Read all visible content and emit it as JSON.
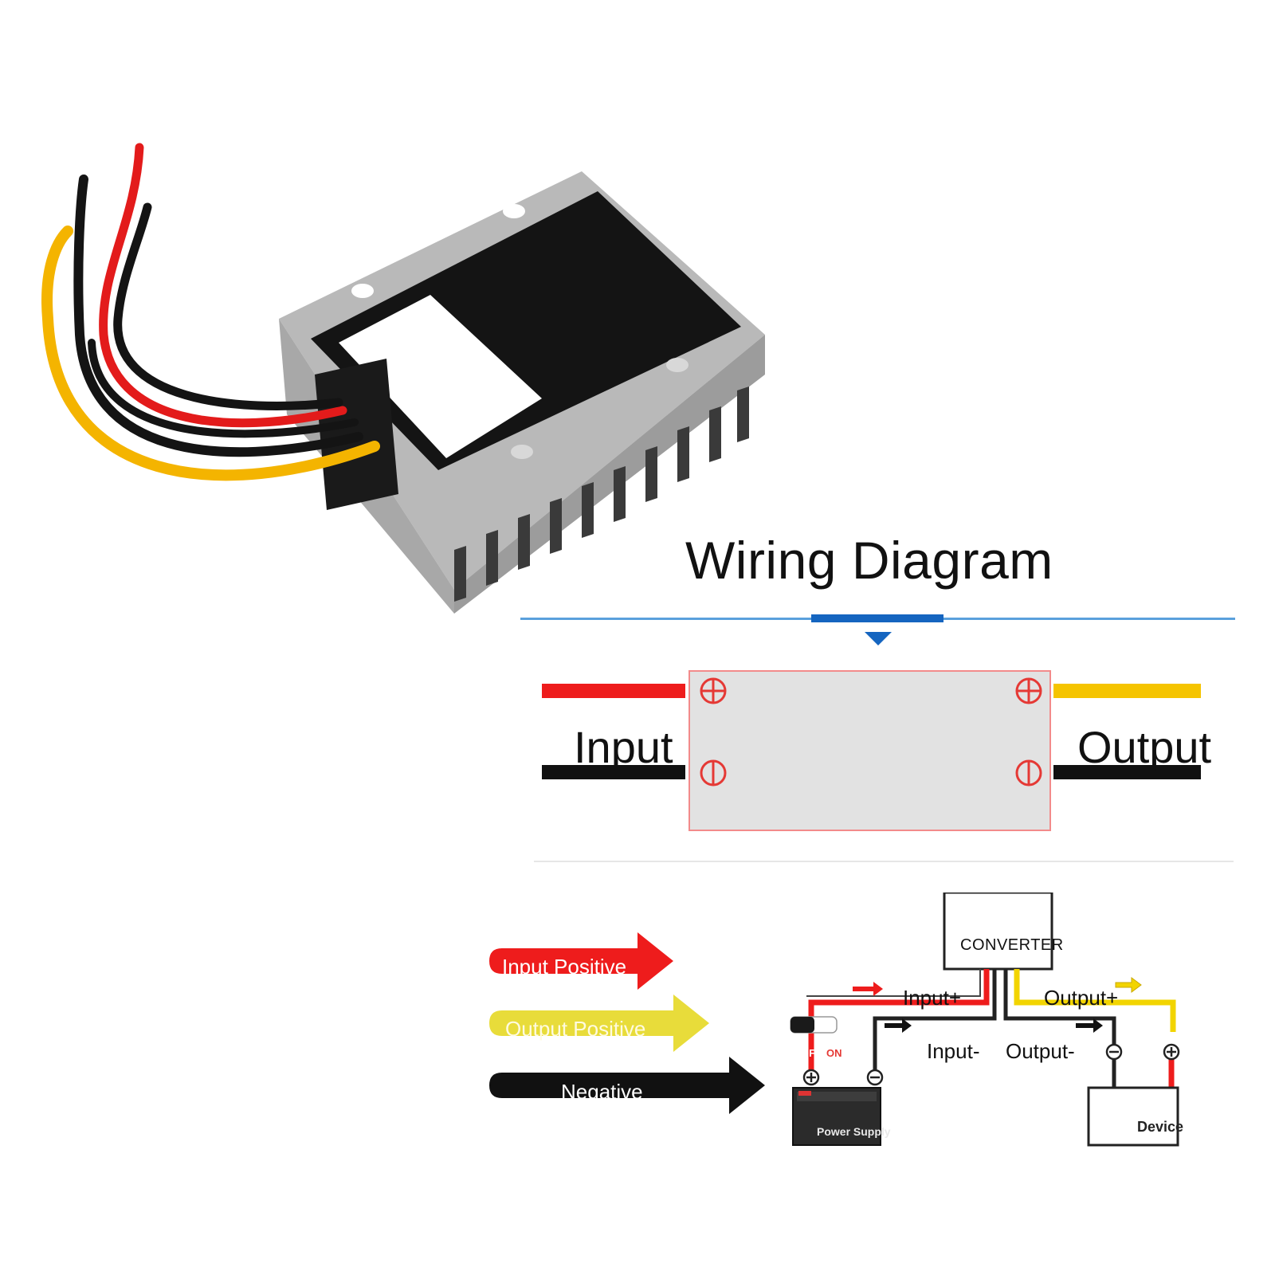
{
  "title": "Wiring Diagram",
  "block": {
    "input_label": "Input",
    "output_label": "Output",
    "terminals": [
      "positive-terminal",
      "negative-terminal",
      "positive-terminal",
      "negative-terminal"
    ]
  },
  "legend": {
    "input_positive": "Input Positive",
    "output_positive": "Output Positive",
    "negative": "Negative"
  },
  "circuit": {
    "converter": "CONVERTER",
    "input_plus": "Input+",
    "input_minus": "Input-",
    "output_plus": "Output+",
    "output_minus": "Output-",
    "power_supply": "Power Supply",
    "device": "Device",
    "switch_off": "OFF",
    "switch_on": "ON"
  },
  "colors": {
    "positive_in": "#ee1c1c",
    "positive_out": "#f5c400",
    "negative": "#111111",
    "accent": "#1565c0",
    "rule": "#5aa0dc",
    "module_fill": "#e2e2e2",
    "module_border": "#f28b8b"
  }
}
